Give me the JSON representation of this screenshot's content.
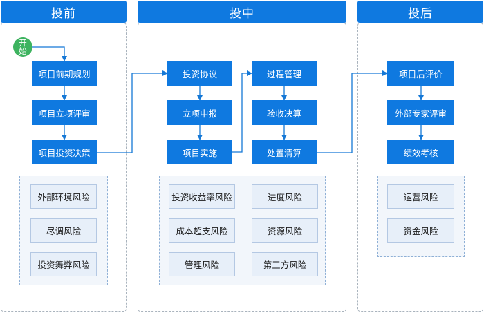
{
  "phases": {
    "pre": {
      "title": "投前",
      "start": "开始",
      "steps": [
        "项目前期规划",
        "项目立项评审",
        "项目投资决策"
      ],
      "risks": [
        "外部环境风险",
        "尽调风险",
        "投资舞弊风险"
      ]
    },
    "mid": {
      "title": "投中",
      "steps_left": [
        "投资协议",
        "立项申报",
        "项目实施"
      ],
      "steps_right": [
        "过程管理",
        "验收决算",
        "处置清算"
      ],
      "risks": [
        "投资收益率风险",
        "进度风险",
        "成本超支风险",
        "资源风险",
        "管理风险",
        "第三方风险"
      ]
    },
    "post": {
      "title": "投后",
      "steps": [
        "项目后评价",
        "外部专家评审",
        "绩效考核"
      ],
      "risks": [
        "运营风险",
        "资金风险"
      ]
    }
  },
  "colors": {
    "header_blue": "#0f79e0",
    "step_blue": "#0f79e0",
    "start_green": "#3db35f",
    "risk_fill": "#e7eff9",
    "risk_border": "#b4c8e3",
    "arrow": "#1578d6"
  }
}
